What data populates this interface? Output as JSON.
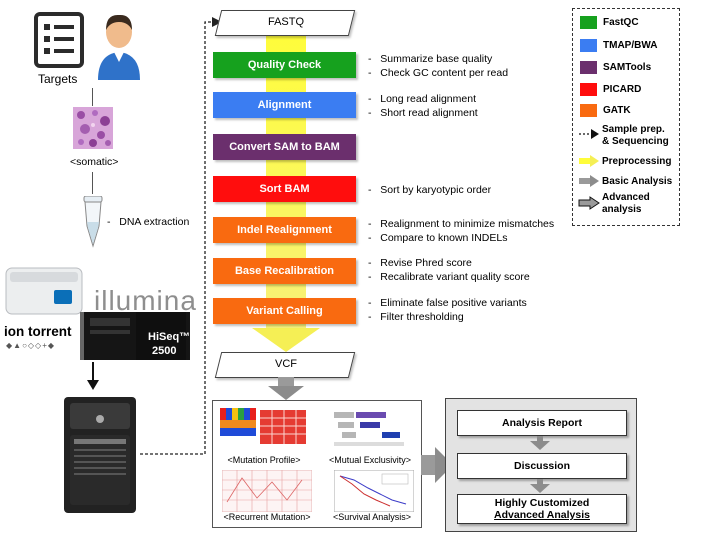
{
  "left_column": {
    "targets_label": "Targets",
    "somatic_label": "<somatic>",
    "dna_extraction": "-   DNA extraction",
    "ion_torrent_brand": "ion torrent",
    "illumina_brand": "illumina",
    "hiseq_model": "HiSeq™",
    "hiseq_number": "2500"
  },
  "pipeline": {
    "fastq": "FASTQ",
    "vcf": "VCF",
    "steps": [
      {
        "label": "Quality Check",
        "color": "#16a11e",
        "notes": [
          "-   Summarize base quality",
          "-   Check GC content per read"
        ]
      },
      {
        "label": "Alignment",
        "color": "#3b7df2",
        "notes": [
          "-   Long read alignment",
          "-   Short read alignment"
        ]
      },
      {
        "label": "Convert SAM to BAM",
        "color": "#6b2f6d",
        "notes": []
      },
      {
        "label": "Sort BAM",
        "color": "#ff0d0d",
        "notes": [
          "-   Sort by karyotypic order"
        ]
      },
      {
        "label": "Indel Realignment",
        "color": "#f96a10",
        "notes": [
          "-   Realignment to minimize mismatches",
          "-   Compare to known INDELs"
        ]
      },
      {
        "label": "Base Recalibration",
        "color": "#f96a10",
        "notes": [
          "-   Revise Phred score",
          "-   Recalibrate variant quality score"
        ]
      },
      {
        "label": "Variant Calling",
        "color": "#f96a10",
        "notes": [
          "-   Eliminate false positive variants",
          "-   Filter thresholding"
        ]
      }
    ]
  },
  "analysis": {
    "mutation_profile": "<Mutation Profile>",
    "mutual_exclusivity": "<Mutual Exclusivity>",
    "recurrent_mutation": "<Recurrent Mutation>",
    "survival_analysis": "<Survival Analysis>",
    "report": "Analysis Report",
    "discussion": "Discussion",
    "advanced_line1": "Highly Customized",
    "advanced_line2": "Advanced Analysis"
  },
  "legend": {
    "items": [
      {
        "label": "FastQC",
        "color": "#16a11e"
      },
      {
        "label": "TMAP/BWA",
        "color": "#3b7df2"
      },
      {
        "label": "SAMTools",
        "color": "#6b2f6d"
      },
      {
        "label": "PICARD",
        "color": "#ff0d0d"
      },
      {
        "label": "GATK",
        "color": "#f96a10"
      }
    ],
    "sample_prep_1": "Sample prep.",
    "sample_prep_2": "& Sequencing",
    "preprocessing": "Preprocessing",
    "basic_analysis": "Basic Analysis",
    "advanced_1": "Advanced",
    "advanced_2": "analysis"
  }
}
